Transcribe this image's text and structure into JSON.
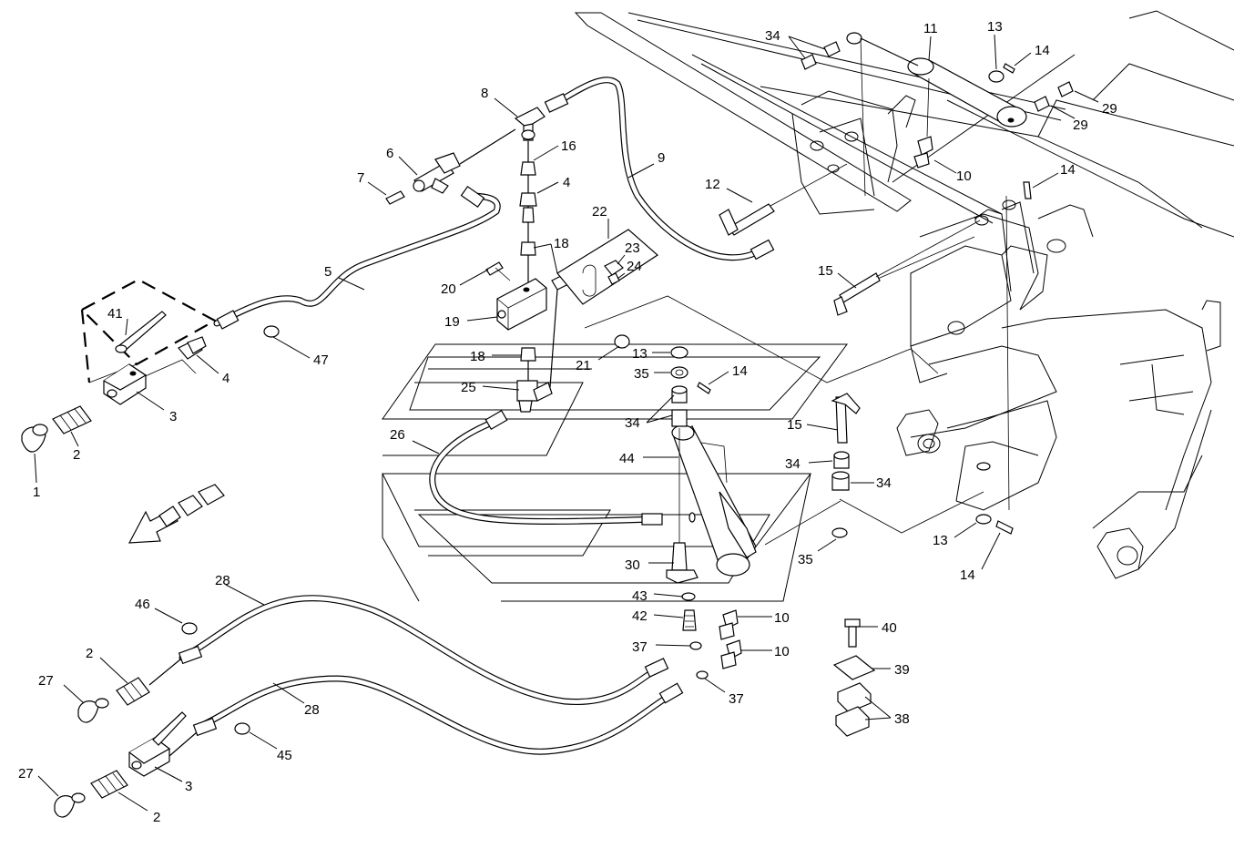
{
  "callouts": {
    "c1": "1",
    "c2a": "2",
    "c2b": "2",
    "c2c": "2",
    "c3a": "3",
    "c3b": "3",
    "c4a": "4",
    "c4b": "4",
    "c5": "5",
    "c6": "6",
    "c7": "7",
    "c8": "8",
    "c9": "9",
    "c10a": "10",
    "c10b": "10",
    "c10c": "10",
    "c11": "11",
    "c12": "12",
    "c13a": "13",
    "c13b": "13",
    "c13c": "13",
    "c14a": "14",
    "c14b": "14",
    "c14c": "14",
    "c14d": "14",
    "c15a": "15",
    "c15b": "15",
    "c16": "16",
    "c18a": "18",
    "c18b": "18",
    "c19": "19",
    "c20": "20",
    "c21": "21",
    "c22": "22",
    "c23": "23",
    "c24": "24",
    "c25": "25",
    "c26": "26",
    "c27a": "27",
    "c27b": "27",
    "c28a": "28",
    "c28b": "28",
    "c29a": "29",
    "c29b": "29",
    "c30": "30",
    "c34a": "34",
    "c34b": "34",
    "c34c": "34",
    "c34d": "34",
    "c35a": "35",
    "c35b": "35",
    "c37a": "37",
    "c37b": "37",
    "c38": "38",
    "c39": "39",
    "c40": "40",
    "c41": "41",
    "c42": "42",
    "c43": "43",
    "c44": "44",
    "c45": "45",
    "c46": "46",
    "c47": "47"
  },
  "colors": {
    "line": "#000000",
    "background": "#ffffff"
  }
}
